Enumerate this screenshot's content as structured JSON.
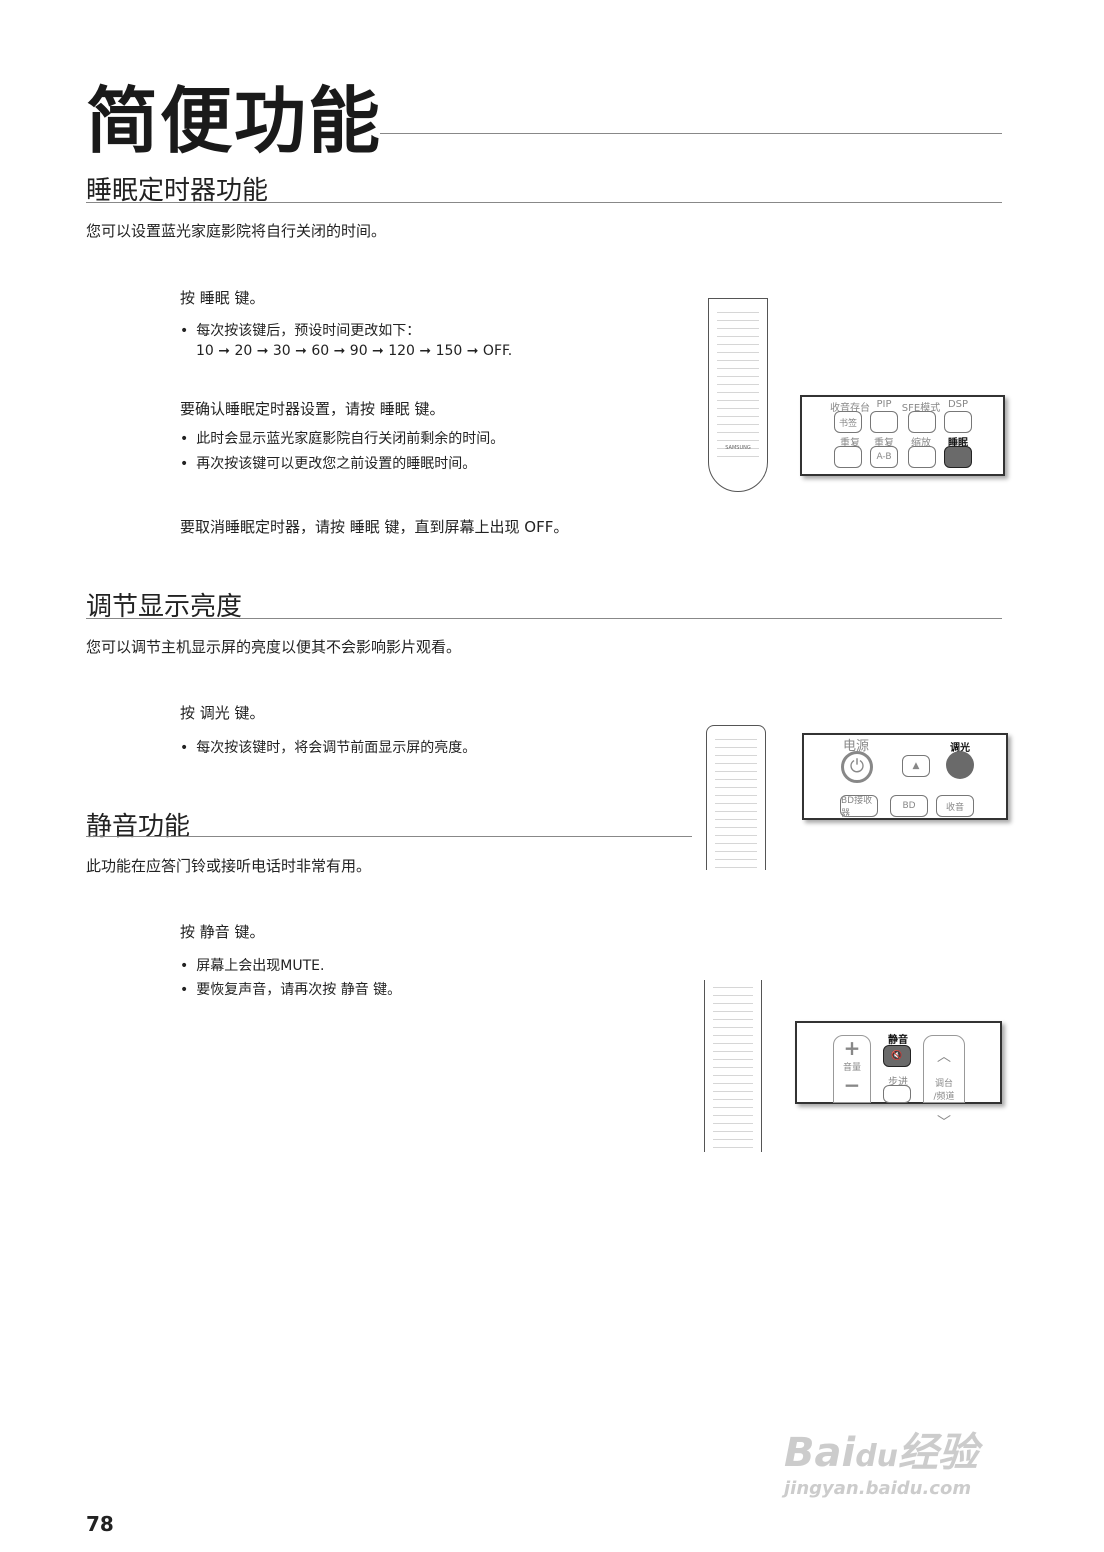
{
  "title": "简便功能",
  "sections": [
    {
      "heading": "睡眠定时器功能",
      "intro": "您可以设置蓝光家庭影院将自行关闭的时间。",
      "step1": "按 睡眠 键。",
      "bullet1": "每次按该键后，预设时间更改如下：",
      "sequence": "10 ➞ 20 ➞ 30 ➞ 60 ➞ 90 ➞ 120 ➞ 150 ➞ OFF.",
      "step2": "要确认睡眠定时器设置，请按 睡眠 键。",
      "bullet2": "此时会显示蓝光家庭影院自行关闭前剩余的时间。",
      "bullet3": "再次按该键可以更改您之前设置的睡眠时间。",
      "step3": "要取消睡眠定时器，请按 睡眠 键，直到屏幕上出现 OFF。",
      "callout": {
        "labels": [
          "收音存台",
          "PIP",
          "SFE模式",
          "DSP",
          "重复",
          "重复",
          "缩放",
          "睡眠"
        ],
        "buttons": [
          "书签",
          "",
          "",
          "",
          "",
          "A-B",
          "",
          ""
        ]
      }
    },
    {
      "heading": "调节显示亮度",
      "intro": "您可以调节主机显示屏的亮度以便其不会影响影片观看。",
      "step1": "按 调光 键。",
      "bullet1": "每次按该键时，将会调节前面显示屏的亮度。",
      "callout": {
        "power": "电源",
        "dimmer": "调光",
        "buttons": [
          "BD接收器",
          "BD",
          "收音"
        ]
      }
    },
    {
      "heading": "静音功能",
      "intro": "此功能在应答门铃或接听电话时非常有用。",
      "step1": "按 静音 键。",
      "bullet1": "屏幕上会出现MUTE.",
      "bullet2": "要恢复声音，请再次按 静音 键。",
      "callout": {
        "mute": "静音",
        "volume": "音量",
        "step": "步进",
        "tuning": "调台\n/频道"
      }
    }
  ],
  "remote_brand": "SAMSUNG",
  "page_number": "78",
  "watermark": "Baidu经验 jingyan.baidu.com"
}
